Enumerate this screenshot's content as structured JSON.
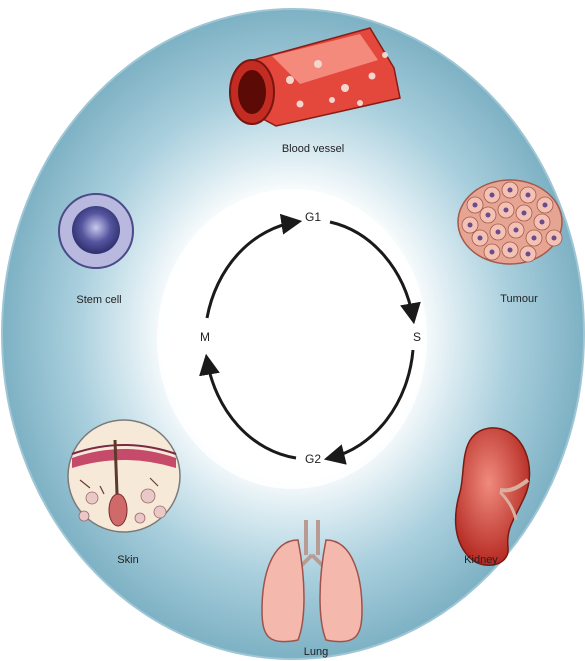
{
  "diagram": {
    "cycle_phases": {
      "top": "G1",
      "right": "S",
      "bottom": "G2",
      "left": "M"
    },
    "tissues": {
      "blood_vessel": "Blood vessel",
      "tumour": "Tumour",
      "kidney": "Kidney",
      "lung": "Lung",
      "skin": "Skin",
      "stem_cell": "Stem cell"
    },
    "colors": {
      "ring_outer": "#7fb3c6",
      "ring_inner": "#c9e0ea",
      "center": "#ffffff",
      "arrow": "#1a1a1a",
      "tissue_red": "#d8382b",
      "tissue_pink": "#f2b0a8",
      "stem_cell_purple": "#6f6fae"
    }
  }
}
